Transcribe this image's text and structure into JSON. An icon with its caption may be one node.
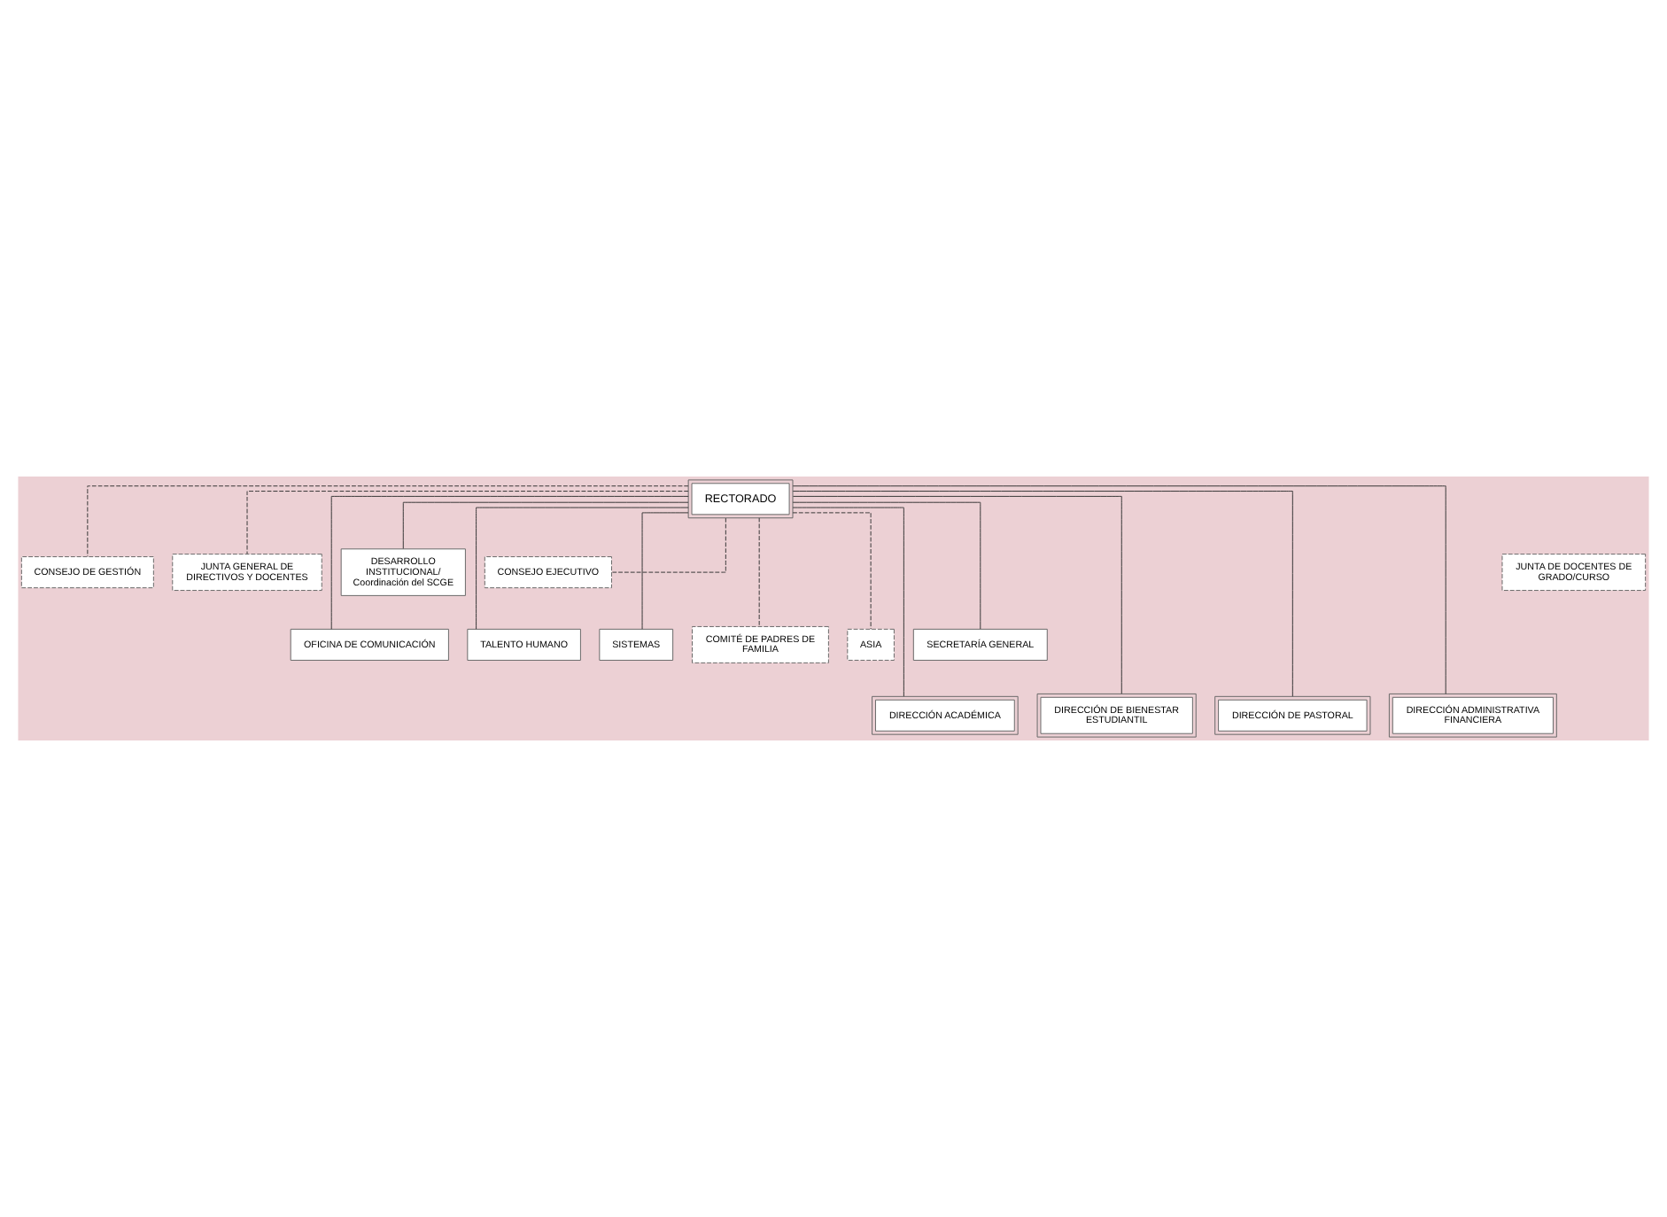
{
  "diagram": {
    "nodes": [
      {
        "text": [
          "RECTORADO"
        ]
      },
      {
        "text": [
          "CONSEJO DE GESTIÓN"
        ]
      },
      {
        "text": [
          "JUNTA GENERAL DE DIRECTIVOS Y DOCENTES"
        ]
      },
      {
        "text": [
          "DESARROLLO INSTITUCIONAL/ Coordinación del SCGE"
        ]
      },
      {
        "text": [
          "CONSEJO EJECUTIVO"
        ]
      },
      {
        "text": [
          "JUNTA DE DOCENTES DE GRADO/CURSO"
        ]
      },
      {
        "text": [
          "OFICINA DE COMUNICACIÓN"
        ]
      },
      {
        "text": [
          "TALENTO HUMANO"
        ]
      },
      {
        "text": [
          "SISTEMAS"
        ]
      },
      {
        "text": [
          "COMITÉ DE PADRES DE FAMILIA"
        ]
      },
      {
        "text": [
          "ASIA"
        ]
      },
      {
        "text": [
          "SECRETARÍA GENERAL"
        ]
      },
      {
        "text": [
          "DIRECCIÓN ACADÉMICA"
        ]
      },
      {
        "text": [
          "DIRECCIÓN DE BIENESTAR ESTUDIANTIL"
        ]
      },
      {
        "text": [
          "DIRECCIÓN DE PASTORAL"
        ]
      },
      {
        "text": [
          "DIRECCIÓN ADMINISTRATIVA FINANCIERA"
        ]
      }
    ],
    "edges": [
      {
        "from": 0,
        "to": 1,
        "arrow": "none",
        "style": "dashed"
      },
      {
        "from": 0,
        "to": 2,
        "arrow": "none",
        "style": "dashed"
      },
      {
        "from": 0,
        "to": 3,
        "arrow": "none"
      },
      {
        "from": 0,
        "to": 4,
        "arrow": "none",
        "style": "dashed"
      },
      {
        "from": 0,
        "to": 6,
        "arrow": "none"
      },
      {
        "from": 0,
        "to": 7,
        "arrow": "none"
      },
      {
        "from": 0,
        "to": 8,
        "arrow": "none"
      },
      {
        "from": 0,
        "to": 9,
        "arrow": "none",
        "style": "dashed"
      },
      {
        "from": 0,
        "to": 10,
        "arrow": "none",
        "style": "dashed"
      },
      {
        "from": 0,
        "to": 11,
        "arrow": "none"
      },
      {
        "from": 0,
        "to": 12,
        "arrow": "none"
      },
      {
        "from": 0,
        "to": 13,
        "arrow": "none"
      },
      {
        "from": 0,
        "to": 14,
        "arrow": "none"
      },
      {
        "from": 0,
        "to": 15,
        "arrow": "none"
      }
    ]
  }
}
